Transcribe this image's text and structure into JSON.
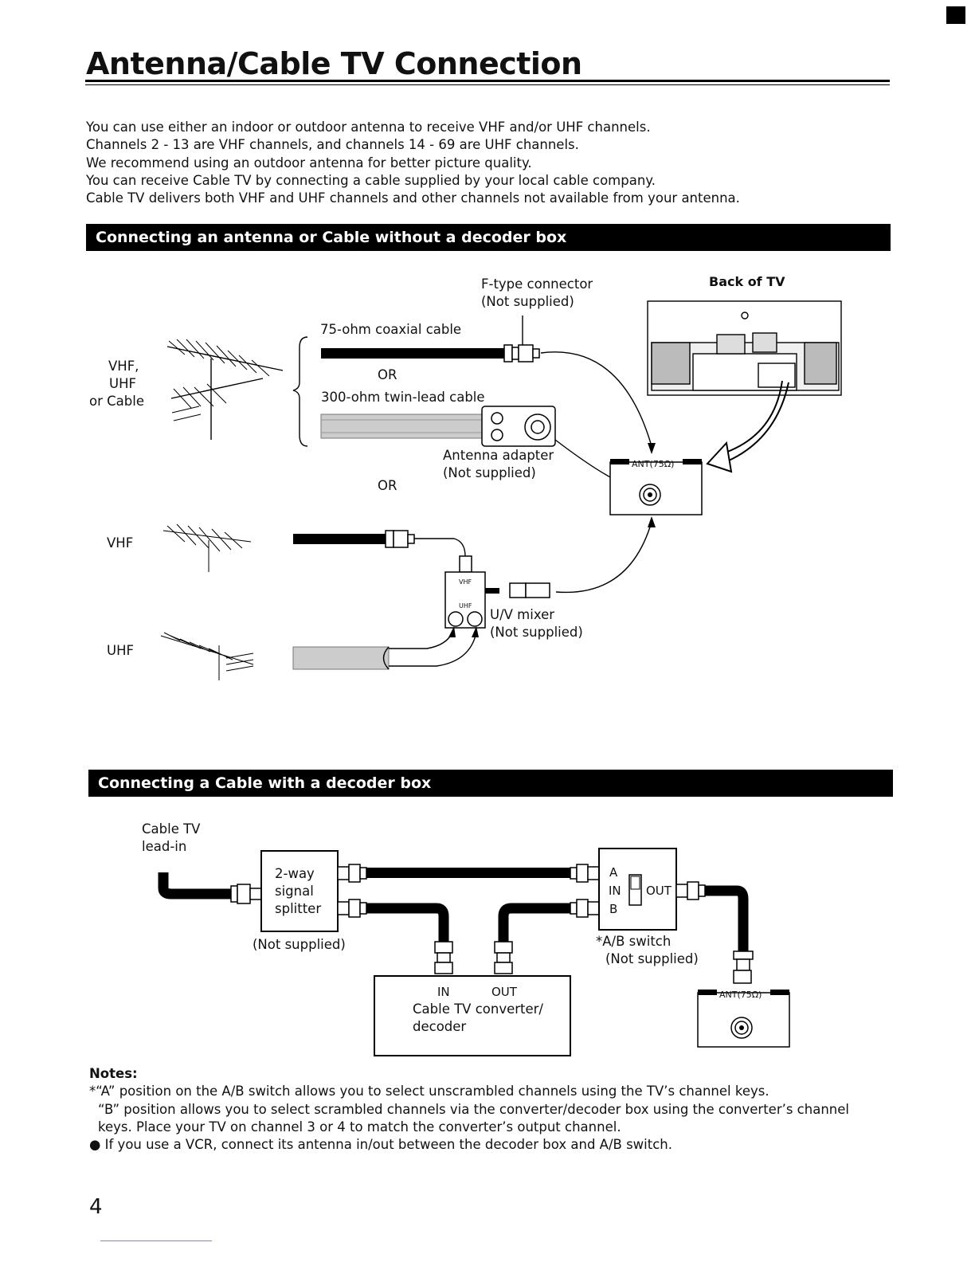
{
  "page": {
    "title": "Antenna/Cable TV Connection",
    "page_number": "4"
  },
  "intro": {
    "lines": [
      "You can use either an indoor or outdoor antenna to receive VHF and/or UHF channels.",
      "Channels 2 - 13 are VHF channels, and channels 14 - 69 are UHF channels.",
      "We recommend using an outdoor antenna for better picture quality.",
      "You can receive Cable TV by connecting a cable supplied by your local cable company.",
      "Cable TV delivers both VHF and UHF channels and other channels not available from your antenna."
    ]
  },
  "section1": {
    "heading": "Connecting an antenna or Cable without a decoder box",
    "labels": {
      "vhf_uhf_cable_1": "VHF,",
      "vhf_uhf_cable_2": "UHF",
      "vhf_uhf_cable_3": "or Cable",
      "ftype_1": "F-type connector",
      "ftype_2": "(Not supplied)",
      "back_of_tv": "Back of TV",
      "coax": "75-ohm coaxial cable",
      "or1": "OR",
      "twinlead": "300-ohm twin-lead cable",
      "adapter_1": "Antenna adapter",
      "adapter_2": "(Not supplied)",
      "or2": "OR",
      "ant": "ANT(75Ω)",
      "vhf": "VHF",
      "uhf": "UHF",
      "mixer_vhf": "VHF",
      "mixer_uhf": "UHF",
      "mixer_1": "U/V mixer",
      "mixer_2": "(Not supplied)"
    }
  },
  "section2": {
    "heading": "Connecting a Cable with a decoder box",
    "labels": {
      "leadin_1": "Cable TV",
      "leadin_2": "lead-in",
      "splitter_1": "2-way",
      "splitter_2": "signal",
      "splitter_3": "splitter",
      "splitter_ns": "(Not supplied)",
      "ab_a": "A",
      "ab_in": "IN",
      "ab_b": "B",
      "ab_out": "OUT",
      "ab_1": "*A/B switch",
      "ab_2": "(Not supplied)",
      "conv_in": "IN",
      "conv_out": "OUT",
      "conv_1": "Cable TV converter/",
      "conv_2": "decoder",
      "ant": "ANT(75Ω)"
    }
  },
  "notes": {
    "heading": "Notes:",
    "lines": [
      "*“A” position on the A/B switch allows you to select unscrambled channels using the TV’s channel keys.",
      "“B” position allows you to select scrambled channels via the converter/decoder box using the converter’s channel",
      "keys. Place your TV on channel 3 or 4 to match the converter’s output channel.",
      "● If you use a VCR, connect its antenna in/out between the decoder box and A/B switch."
    ]
  }
}
